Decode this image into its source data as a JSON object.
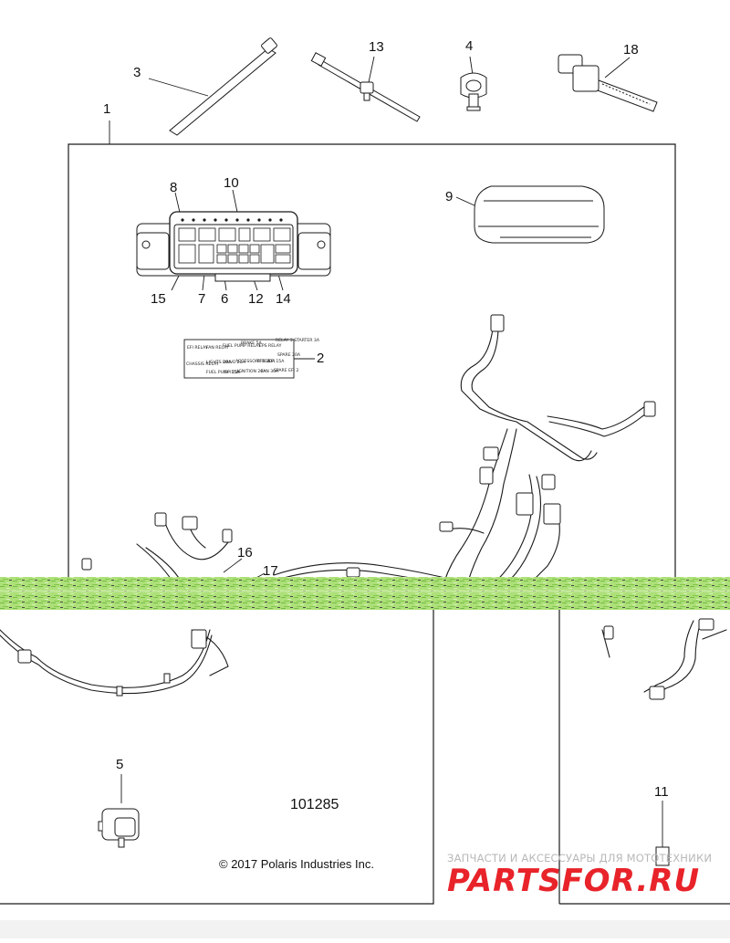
{
  "callouts": {
    "c1": "1",
    "c2": "2",
    "c3": "3",
    "c4": "4",
    "c5": "5",
    "c6": "6",
    "c7": "7",
    "c8": "8",
    "c9": "9",
    "c10": "10",
    "c11": "11",
    "c12": "12",
    "c13": "13",
    "c14": "14",
    "c15": "15",
    "c16": "16",
    "c17": "17",
    "c18": "18"
  },
  "diagram_number": "101285",
  "copyright": "© 2017 Polaris Industries Inc.",
  "watermark": {
    "tagline": "ЗАПЧАСТИ И АКСЕССУАРЫ ДЛЯ МОТОТЕХНИКИ",
    "logo_text": "PARTSFOR.RU"
  },
  "fuse_label": {
    "row1": [
      "EFI RELAY",
      "FAN RELAY",
      "FUEL PUMP RELAY",
      "BRAKE 5A",
      "EPS RELAY",
      "RELAY 3 STARTER 3A"
    ],
    "row2": [
      "CHASSIS RELAY",
      "LIGHTS 20A",
      "DRIVE 20A",
      "ACCESSORY 20A",
      "EPS 20A",
      "EFI 15A",
      "SPARE 20A"
    ],
    "row3": [
      "FUEL PUMP 15A",
      "EFI 15A",
      "IGNITION 20A",
      "FAN 30A",
      "SPARE EFI 2"
    ]
  },
  "colors": {
    "line": "#1a1a1a",
    "overlay_green": "#8fd14f",
    "watermark_red": "#e8232a",
    "watermark_gray": "#b8b8b8"
  }
}
